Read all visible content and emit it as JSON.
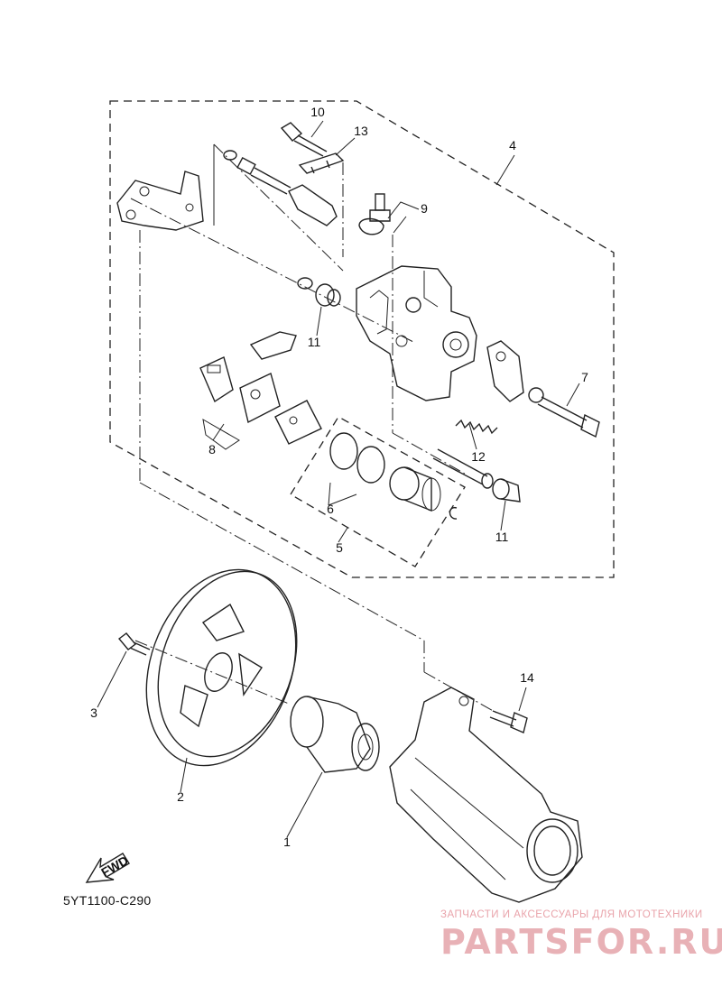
{
  "diagram_code": "5YT1100-C290",
  "fwd_label": "FWD",
  "watermark": {
    "tagline": "ЗАПЧАСТИ И АКСЕССУАРЫ ДЛЯ МОТОТЕХНИКИ",
    "logo": "PARTSFOR.RU"
  },
  "callouts": {
    "c1": "1",
    "c2": "2",
    "c3": "3",
    "c4": "4",
    "c5": "5",
    "c6": "6",
    "c7": "7",
    "c8": "8",
    "c9": "9",
    "c10": "10",
    "c11a": "11",
    "c11b": "11",
    "c12": "12",
    "c13": "13",
    "c14": "14"
  }
}
